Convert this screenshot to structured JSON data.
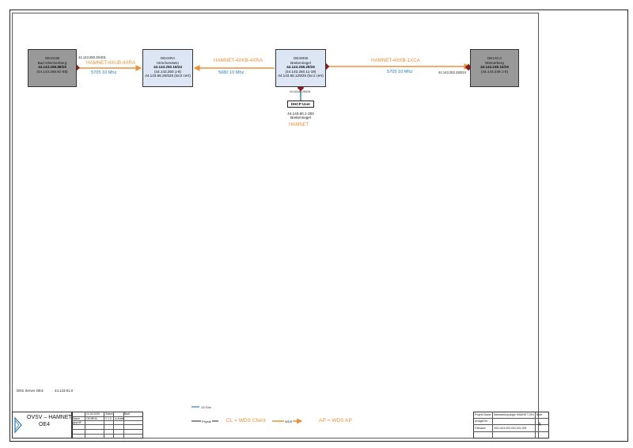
{
  "nodes": {
    "oe4xub": {
      "name": "OE4XUB",
      "location": "Bad Gleichenberg",
      "net": "44.143.268.88/29",
      "range": "(44.143.268.81-88)"
    },
    "oe4xra": {
      "name": "OE4XRA",
      "location": "Hirschenstein",
      "net": "44.143.250.16/24",
      "range1": "(44.143.250.1-8)",
      "range2": "44.143.66.25/625 (loc2 cert)"
    },
    "oe4xkb": {
      "name": "OE4XKB",
      "location": "Breitenriegel",
      "net": "44.143.258.28/26",
      "range1": "(44.143.250.11-19)",
      "range2": "44.143.66.129/25 (loc1 cert)"
    },
    "oe1xca": {
      "name": "OE1XCA",
      "location": "Wienerberg",
      "net": "44.143.248.16/29",
      "range": "(44.143.248.1-8)"
    }
  },
  "links": {
    "l1": {
      "ip": "44.143.250.25/401",
      "name": "HAMNET-4XUB-4XRA",
      "freq": "5705 10 Mhz"
    },
    "l2": {
      "name": "HAMNET-4XKB-4XRA",
      "freq": "5680 10 Mhz"
    },
    "l3": {
      "name": "HAMNET-4XKB-1XCA",
      "freq": "5705 10 Mhz",
      "ip": "44.143.252.253/24"
    }
  },
  "dhcp": {
    "port_ip": "44.143.60.254/24",
    "label": "DHCP User",
    "range": "44.143.60.1-253",
    "location": "Breitenriegel",
    "network": "HAMNET"
  },
  "dns": {
    "label": "DNS Server OE4:",
    "ip": "44.143.91.0"
  },
  "legend": {
    "l13ghz": "13 Ghz",
    "physik": "Physik",
    "cl": "CL = WDS Client",
    "wds": "WDS",
    "ap": "AP = WDS AP"
  },
  "title_block": {
    "org": "OVSV – HAMNET",
    "region": "OE4",
    "date": "24.04.2009",
    "name_label": "Name",
    "name": "OE4RHA",
    "ver": "V 1.0",
    "status": "Status",
    "blatt": "Blatt",
    "status_val": "in Arbeit",
    "geprueft": "geprüft",
    "project_label": "Projekt Name",
    "project": "Netzwerktopologie HAMNET OE4",
    "ort_label": "Anlage/Ort",
    "file_label": "Filename",
    "file": "2011-003-003-004-001-005",
    "sheet_label": "Blatt",
    "sheet": "4"
  },
  "colors": {
    "wds_link": "#e8913a",
    "freq_text": "#2a7db8",
    "port_diamond": "#8b1a1a",
    "node_gray": "#999999",
    "node_blue": "#dce6f4",
    "logo": "#2a7db8"
  }
}
